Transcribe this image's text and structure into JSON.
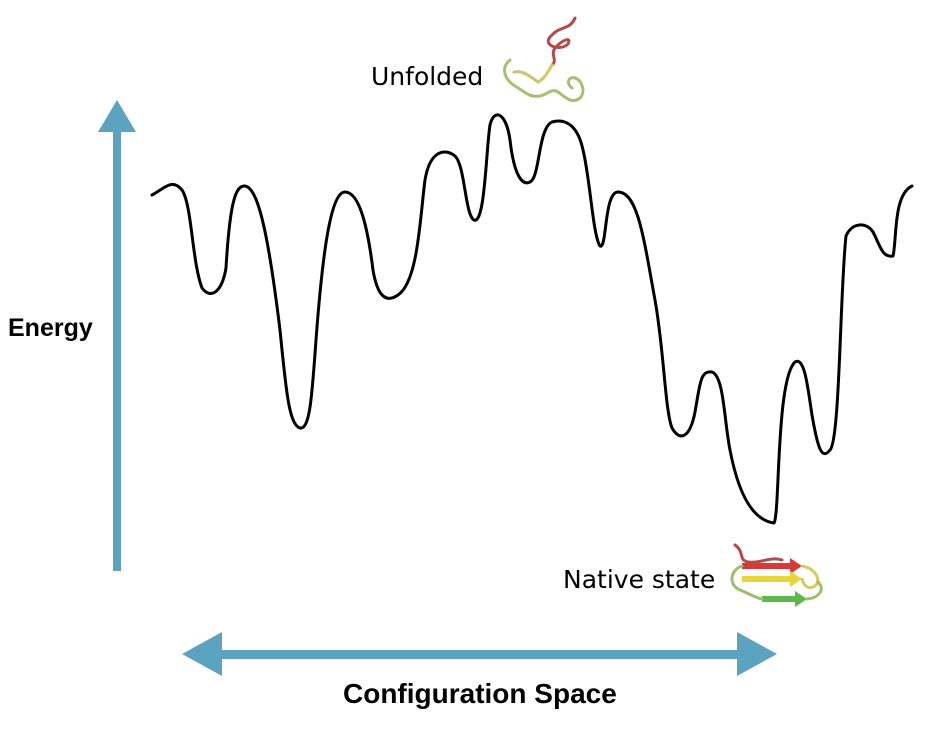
{
  "diagram": {
    "y_axis_label": "Energy",
    "x_axis_label": "Configuration Space",
    "annotations": {
      "unfolded": "Unfolded",
      "native": "Native state"
    },
    "colors": {
      "axis_arrow": "#5ba3bf",
      "curve": "#000000",
      "strand_red": "#d33b3b",
      "strand_yellow": "#e8d53a",
      "strand_green": "#5cb84a",
      "coil_green": "#9bbf6a"
    },
    "icons": {
      "unfolded": "unfolded-protein-coil-icon",
      "native": "folded-beta-sheet-protein-icon"
    }
  }
}
